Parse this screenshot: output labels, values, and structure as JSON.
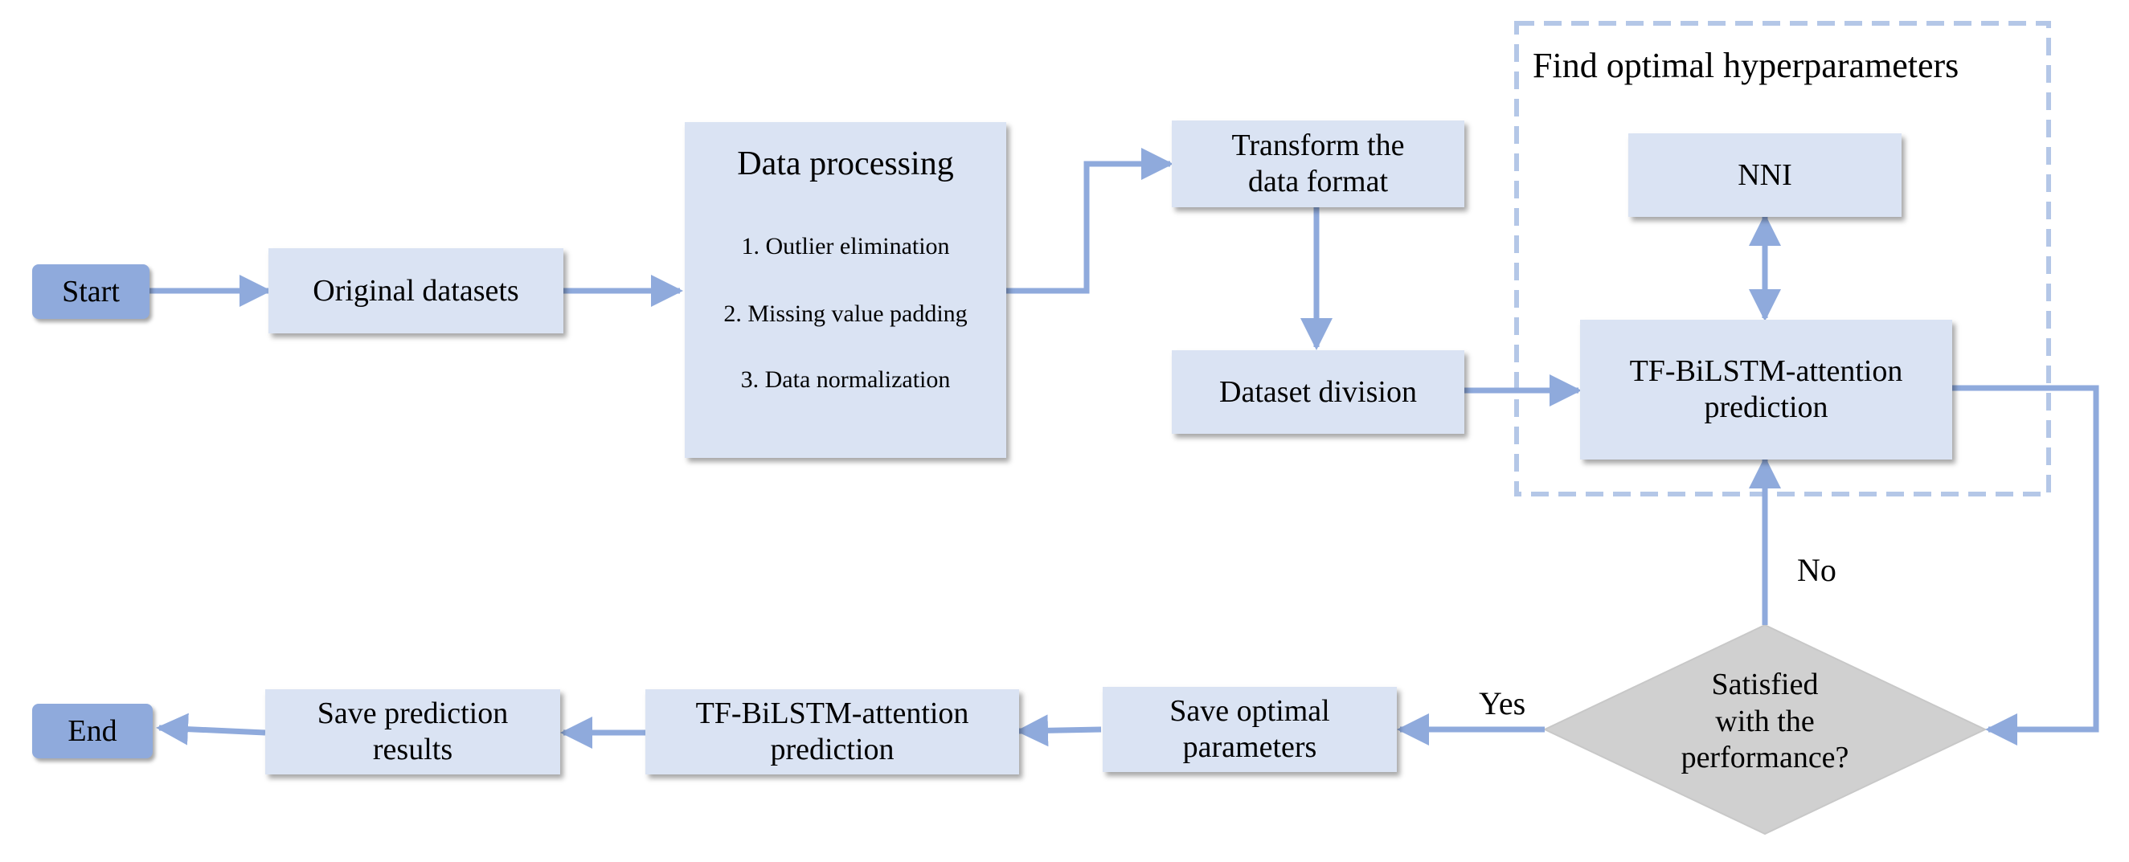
{
  "nodes": {
    "start": "Start",
    "original_datasets": "Original datasets",
    "data_processing": {
      "title": "Data processing",
      "steps": [
        "1. Outlier elimination",
        "2. Missing value padding",
        "3. Data normalization"
      ]
    },
    "transform": [
      "Transform the",
      "data format"
    ],
    "dataset_division": "Dataset division",
    "hyperparam_group": "Find optimal hyperparameters",
    "nni": "NNI",
    "tf_bilstm_top": [
      "TF-BiLSTM-attention",
      "prediction"
    ],
    "decision": [
      "Satisfied",
      "with the",
      "performance?"
    ],
    "save_optimal": [
      "Save optimal",
      "parameters"
    ],
    "tf_bilstm_bottom": [
      "TF-BiLSTM-attention",
      "prediction"
    ],
    "save_results": [
      "Save prediction",
      "results"
    ],
    "end": "End"
  },
  "edge_labels": {
    "yes": "Yes",
    "no": "No"
  },
  "colors": {
    "box_fill": "#dae3f3",
    "terminal_fill": "#8faadc",
    "arrow": "#8faadc",
    "decision_fill": "#d0d0d0",
    "dashed_border": "#b4c7e7"
  }
}
